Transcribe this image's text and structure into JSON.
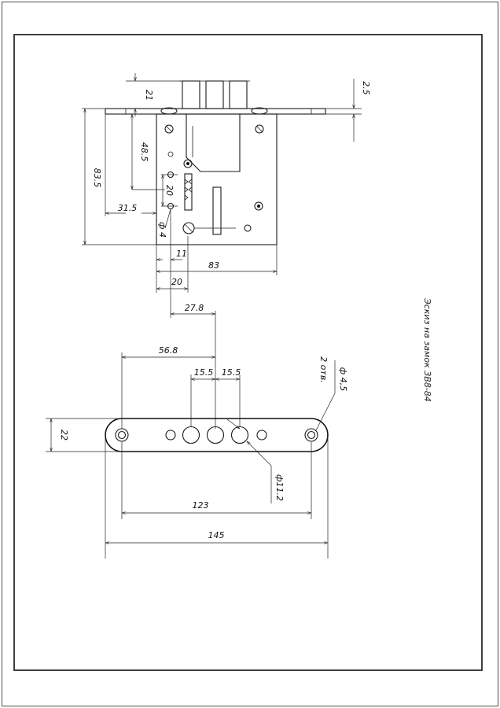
{
  "title": "Эскиз на замок ЗВ8-84",
  "lock": {
    "dim_21": "21",
    "dim_2_5": "2.5",
    "dim_48_5": "48.5",
    "dim_83_5": "83.5",
    "dim_31_5": "31.5",
    "dim_20_v": "20",
    "dim_d4": "ф 4",
    "dim_11": "11",
    "dim_83": "83",
    "dim_20_h": "20",
    "dim_27_8": "27.8"
  },
  "strike": {
    "dim_56_8": "56.8",
    "dim_15_5_a": "15.5",
    "dim_15_5_b": "15.5",
    "dim_22": "22",
    "dim_holes": "2 отв.",
    "dim_d4_5": "ф 4,5",
    "dim_d11_2": "ф11.2",
    "dim_123": "123",
    "dim_145": "145"
  }
}
